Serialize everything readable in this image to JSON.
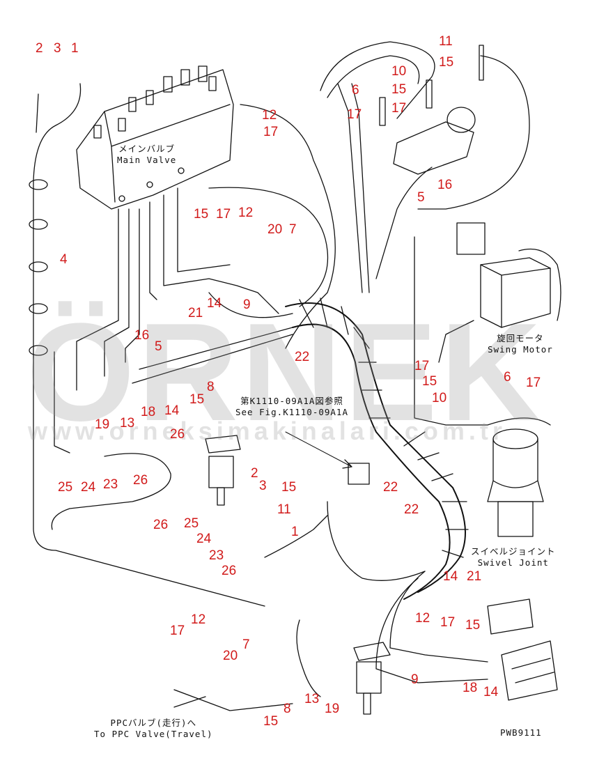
{
  "drawing_id": "PWB9111",
  "captions": {
    "main_valve_jp": "メインバルブ",
    "main_valve_en": "Main Valve",
    "swing_motor_jp": "旋回モータ",
    "swing_motor_en": "Swing Motor",
    "swivel_joint_jp": "スイベルジョイント",
    "swivel_joint_en": "Swivel Joint",
    "see_fig_jp": "第K1110-09A1A図参照",
    "see_fig_en": "See Fig.K1110-09A1A",
    "ppc_valve_jp": "PPCバルブ(走行)へ",
    "ppc_valve_en": "To PPC Valve(Travel)"
  },
  "watermark": {
    "brand": "ÖRNEK",
    "url": "www.orneksimakinalari.com.tr"
  },
  "part_callouts": [
    "2",
    "3",
    "1",
    "4",
    "16",
    "5",
    "22",
    "8",
    "15",
    "14",
    "18",
    "13",
    "19",
    "21",
    "14",
    "9",
    "20",
    "7",
    "15",
    "17",
    "12",
    "12",
    "17",
    "11",
    "15",
    "10",
    "15",
    "17",
    "6",
    "17",
    "16",
    "5",
    "17",
    "15",
    "10",
    "6",
    "17",
    "26",
    "26",
    "25",
    "24",
    "23",
    "26",
    "2",
    "3",
    "25",
    "24",
    "23",
    "26",
    "15",
    "11",
    "1",
    "22",
    "22",
    "14",
    "21",
    "17",
    "15",
    "12",
    "17",
    "12",
    "20",
    "7",
    "15",
    "8",
    "13",
    "19",
    "9",
    "18",
    "14"
  ],
  "colors": {
    "callout": "#d11a1a",
    "line_art": "#111111",
    "watermark_gray": "#969696",
    "watermark_yellow": "#f3c23c"
  }
}
